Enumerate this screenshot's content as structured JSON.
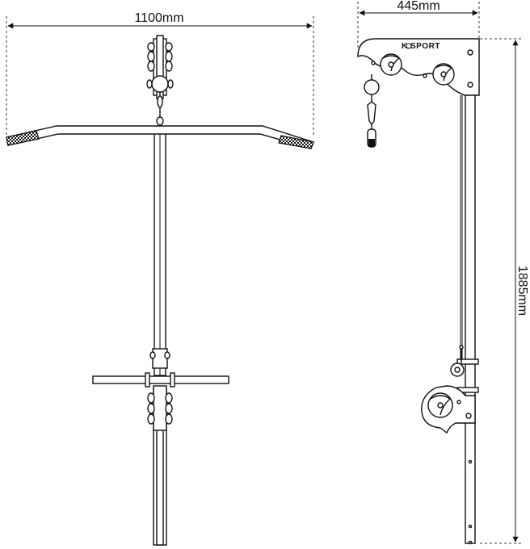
{
  "dimensions": {
    "width_label": "1100mm",
    "depth_label": "445mm",
    "height_label": "1885mm"
  },
  "brand": {
    "logo_text": "K  SPORT"
  },
  "colors": {
    "line": "#111111",
    "background": "#ffffff"
  }
}
